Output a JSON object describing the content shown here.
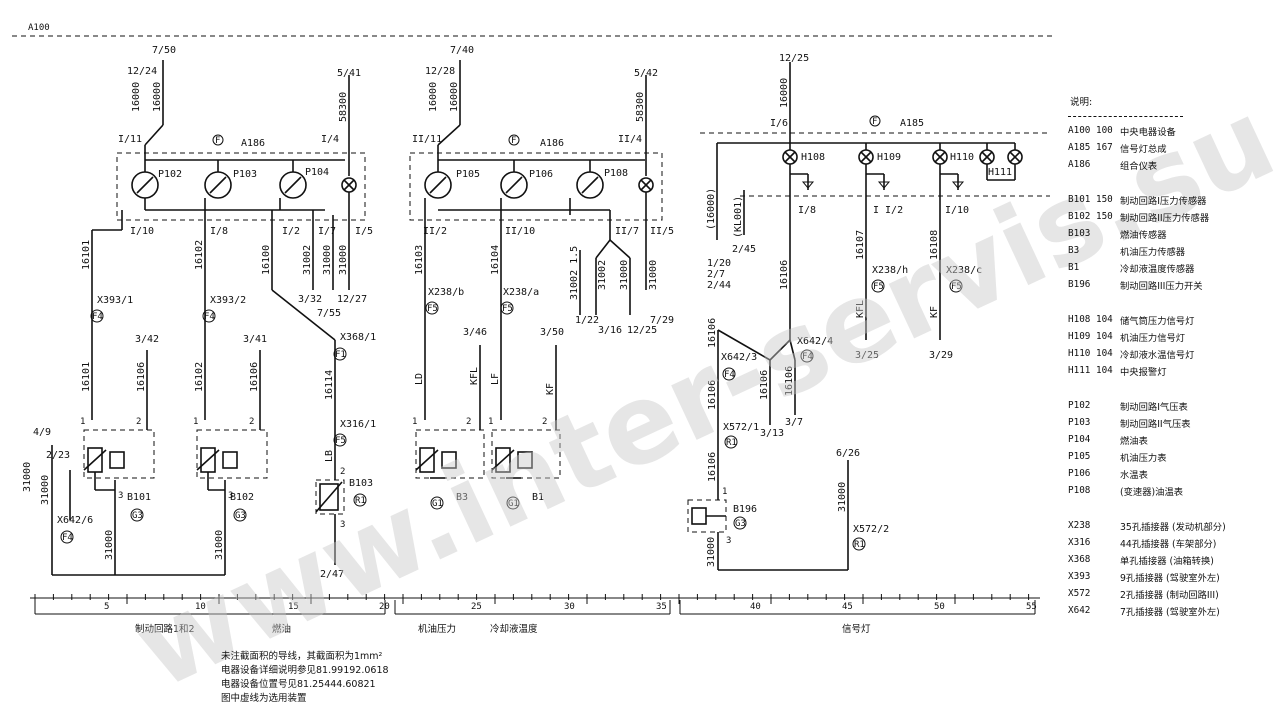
{
  "page_label": "A100",
  "watermark": "www.inter-servis.su",
  "sections": {
    "brake": "制动回路1和2",
    "fuel": "燃油",
    "oil": "机油压力",
    "coolant": "冷却液温度",
    "signal": "信号灯"
  },
  "scale_ticks": [
    "5",
    "10",
    "15",
    "20",
    "25",
    "30",
    "35",
    "40",
    "45",
    "50",
    "55"
  ],
  "notes": [
    "未注截面积的导线，其截面积为1mm²",
    "电器设备详细说明参见81.99192.0618",
    "电器设备位置号见81.25444.60821",
    "图中虚线为选用装置"
  ],
  "legend_title": "说明:",
  "legend": [
    {
      "code": "A100 100",
      "desc": "中央电器设备"
    },
    {
      "code": "A185 167",
      "desc": "信号灯总成"
    },
    {
      "code": "A186",
      "desc": "组合仪表"
    },
    {
      "gap": true
    },
    {
      "code": "B101 150",
      "desc": "制动回路I压力传感器"
    },
    {
      "code": "B102 150",
      "desc": "制动回路II压力传感器"
    },
    {
      "code": "B103",
      "desc": "燃油传感器"
    },
    {
      "code": "B3",
      "desc": "机油压力传感器"
    },
    {
      "code": "B1",
      "desc": "冷却液温度传感器"
    },
    {
      "code": "B196",
      "desc": "制动回路III压力开关"
    },
    {
      "gap": true
    },
    {
      "code": "H108 104",
      "desc": "储气筒压力信号灯"
    },
    {
      "code": "H109 104",
      "desc": "机油压力信号灯"
    },
    {
      "code": "H110 104",
      "desc": "冷却液水温信号灯"
    },
    {
      "code": "H111 104",
      "desc": "中央报警灯"
    },
    {
      "gap": true
    },
    {
      "code": "P102",
      "desc": "制动回路I气压表"
    },
    {
      "code": "P103",
      "desc": "制动回路II气压表"
    },
    {
      "code": "P104",
      "desc": "燃油表"
    },
    {
      "code": "P105",
      "desc": "机油压力表"
    },
    {
      "code": "P106",
      "desc": "水温表"
    },
    {
      "code": "P108",
      "desc": "(变速器)油温表"
    },
    {
      "gap": true
    },
    {
      "code": "X238",
      "desc": "35孔插接器 (发动机部分)"
    },
    {
      "code": "X316",
      "desc": "44孔插接器 (车架部分)"
    },
    {
      "code": "X368",
      "desc": "单孔插接器 (油箱转换)"
    },
    {
      "code": "X393",
      "desc": "9孔插接器 (驾驶室外左)"
    },
    {
      "code": "X572",
      "desc": "2孔插接器 (制动回路III)"
    },
    {
      "code": "X642",
      "desc": "7孔插接器 (驾驶室外左)"
    }
  ],
  "labels": {
    "l_7_50": "7/50",
    "l_12_24": "12/24",
    "l_16000a": "16000",
    "l_16000b": "16000",
    "l_1_11a": "I/11",
    "l_A186a": "A186",
    "l_5_41": "5/41",
    "l_58300a": "58300",
    "l_1_4a": "I/4",
    "l_P102": "P102",
    "l_P103": "P103",
    "l_P104": "P104",
    "l_1_10a": "I/10",
    "l_1_8a": "I/8",
    "l_1_2a": "I/2",
    "l_1_7a": "I/7",
    "l_1_5a": "I/5",
    "l_16101a": "16101",
    "l_16102a": "16102",
    "l_16100": "16100",
    "l_31002a": "31002",
    "l_31000a": "31000",
    "l_31000b": "31000",
    "l_3_32": "3/32",
    "l_12_27": "12/27",
    "l_7_55": "7/55",
    "l_X393_1": "X393/1",
    "l_X393_2": "X393/2",
    "l_F4a": "F4",
    "l_F4b": "F4",
    "l_3_42": "3/42",
    "l_3_41": "3/41",
    "l_16101b": "16101",
    "l_16106a": "16106",
    "l_16102b": "16102",
    "l_16106b": "16106",
    "l_X368_1": "X368/1",
    "l_F1": "F1",
    "l_16114": "16114",
    "l_X316_1": "X316/1",
    "l_F5a": "F5",
    "l_LB": "LB",
    "l_B103": "B103",
    "l_R1a": "R1",
    "l_2_47": "2/47",
    "l_B101": "B101",
    "l_B102": "B102",
    "l_G3a": "G3",
    "l_G3b": "G3",
    "l_4_9": "4/9",
    "l_2_23": "2/23",
    "l_31000c": "31000",
    "l_31000d": "31000",
    "l_X642_6": "X642/6",
    "l_F4c": "F4",
    "l_31000e": "31000",
    "l_31000f": "31000",
    "l_7_40": "7/40",
    "l_12_28": "12/28",
    "l_16000c": "16000",
    "l_16000d": "16000",
    "l_2_11": "II/11",
    "l_A186b": "A186",
    "l_5_42": "5/42",
    "l_58300b": "58300",
    "l_2_4": "II/4",
    "l_P105": "P105",
    "l_P106": "P106",
    "l_P108": "P108",
    "l_2_2": "II/2",
    "l_2_10": "II/10",
    "l_2_7": "II/7",
    "l_2_5": "II/5",
    "l_16103": "16103",
    "l_16104": "16104",
    "l_31002b": "31002 1.5",
    "l_31002c": "31002",
    "l_31000g": "31000",
    "l_31000h": "31000",
    "l_1_22": "1/22",
    "l_3_16": "3/16",
    "l_12_25a": "12/25",
    "l_7_29": "7/29",
    "l_X238_b": "X238/b",
    "l_X238_a": "X238/a",
    "l_F5b": "F5",
    "l_F5c": "F5",
    "l_3_46": "3/46",
    "l_3_50": "3/50",
    "l_LD": "LD",
    "l_KFL": "KFL",
    "l_LF": "LF",
    "l_KF": "KF",
    "l_B3": "B3",
    "l_B1": "B1",
    "l_G1a": "G1",
    "l_G1b": "G1",
    "l_12_25b": "12/25",
    "l_16000e": "16000",
    "l_1_6": "I/6",
    "l_A185": "A185",
    "l_H108": "H108",
    "l_H109": "H109",
    "l_H110": "H110",
    "l_H111": "H111",
    "l_16000f": "(16000)",
    "l_KL001": "(KL001)",
    "l_1_8b": "I/8",
    "l_112": "I I/2",
    "l_1_10b": "I/10",
    "l_2_45": "2/45",
    "l_1_20": "1/20",
    "l_2_7b": "2/7",
    "l_2_44": "2/44",
    "l_16106c": "16106",
    "l_16107": "16107",
    "l_16108": "16108",
    "l_X238_h": "X238/h",
    "l_X238_c": "X238/c",
    "l_F5d": "F5",
    "l_F5e": "F5",
    "l_KFL2": "KFL",
    "l_KF2": "KF",
    "l_3_25": "3/25",
    "l_3_29": "3/29",
    "l_X642_3": "X642/3",
    "l_X642_4": "X642/4",
    "l_F4d": "F4",
    "l_F4e": "F4",
    "l_16106d": "16106",
    "l_16106e": "16106",
    "l_16106f": "16106",
    "l_16106g": "16106",
    "l_3_13": "3/13",
    "l_3_7": "3/7",
    "l_X572_1": "X572/1",
    "l_R1b": "R1",
    "l_16106h": "16106",
    "l_6_26": "6/26",
    "l_31000i": "31000",
    "l_X572_2": "X572/2",
    "l_R1c": "R1",
    "l_B196": "B196",
    "l_G3c": "G3",
    "l_31000j": "31000"
  }
}
